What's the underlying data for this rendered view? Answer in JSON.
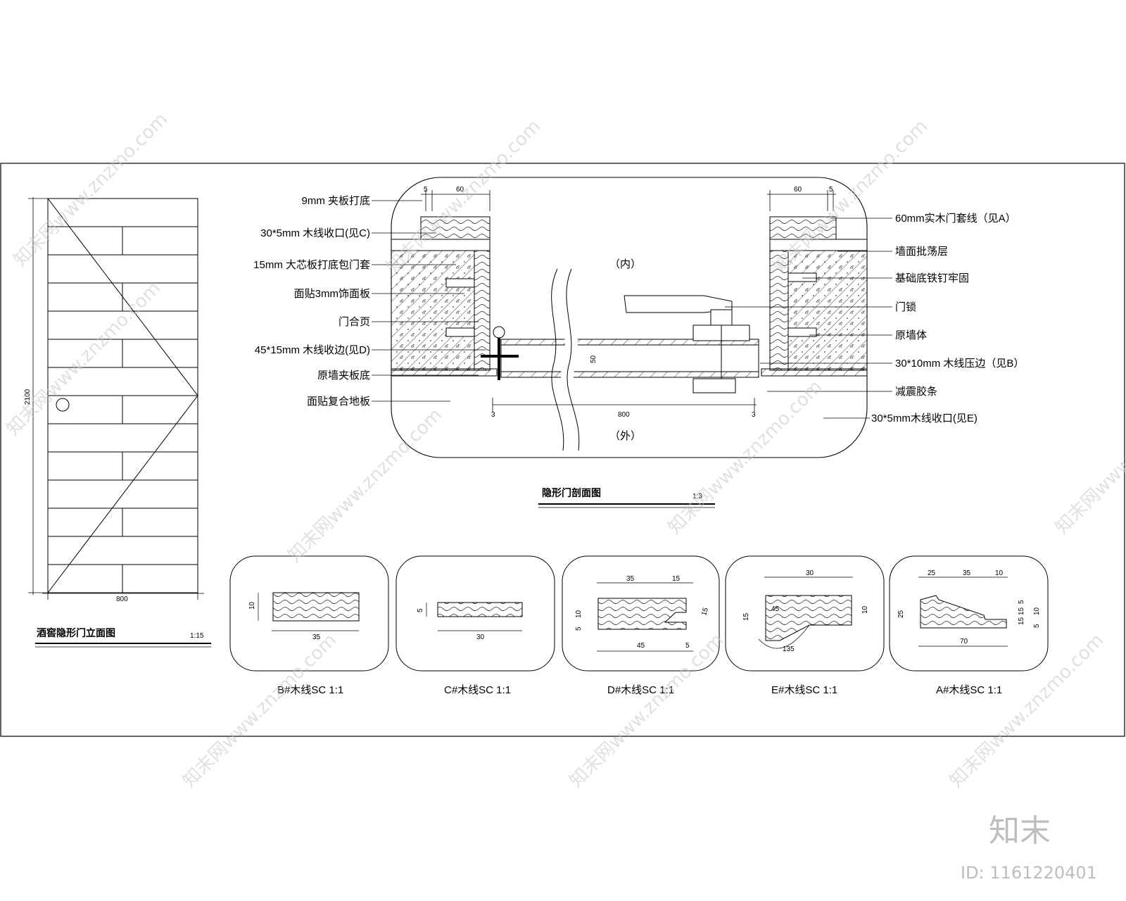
{
  "elevation": {
    "title": "酒窖隐形门立面图",
    "scale": "1:15",
    "height_dim": "2100",
    "width_dim": "800"
  },
  "section": {
    "title": "隐形门剖面图",
    "scale": "1:3",
    "inner_label": "（内）",
    "outer_label": "（外）",
    "dims": {
      "left_small": "5",
      "left_big": "60",
      "right_big": "60",
      "right_small": "5",
      "door_thickness": "50",
      "gap_left": "3",
      "door_width": "800",
      "gap_right": "3"
    },
    "labels_left": [
      "9mm 夹板打底",
      "30*5mm 木线收口(见C)",
      "15mm 大芯板打底包门套",
      "面贴3mm饰面板",
      "门合页",
      "45*15mm 木线收边(见D)",
      "原墙夹板底",
      "面贴复合地板"
    ],
    "labels_right": [
      "60mm实木门套线（见A）",
      "墙面批荡层",
      "基础底铁钉牢固",
      "门锁",
      "原墙体",
      "30*10mm 木线压边（见B）",
      "减震胶条",
      "30*5mm木线收口(见E)"
    ]
  },
  "profiles": [
    {
      "caption": "B#木线SC  1:1",
      "dims": [
        "10",
        "35"
      ]
    },
    {
      "caption": "C#木线SC  1:1",
      "dims": [
        "5",
        "30"
      ]
    },
    {
      "caption": "D#木线SC  1:1",
      "dims": [
        "35",
        "15",
        "10",
        "5",
        "45",
        "5",
        "15"
      ]
    },
    {
      "caption": "E#木线SC  1:1",
      "dims": [
        "30",
        "15",
        "10",
        "45",
        "135"
      ]
    },
    {
      "caption": "A#木线SC  1:1",
      "dims": [
        "25",
        "35",
        "10",
        "25",
        "70",
        "5",
        "15",
        "15",
        "5",
        "10"
      ]
    }
  ],
  "watermark": {
    "text": "知末网www.znzmo.com",
    "brand": "知末",
    "id": "ID: 1161220401"
  }
}
